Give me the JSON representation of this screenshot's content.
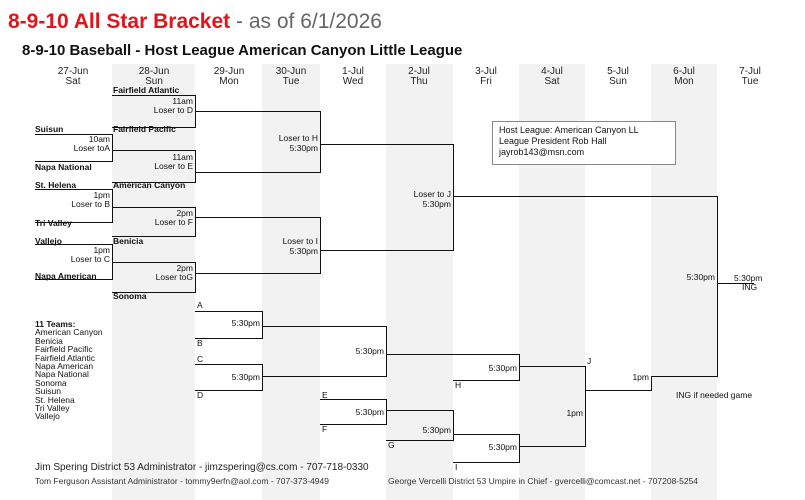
{
  "header": {
    "title": "8-9-10 All Star Bracket",
    "title_suffix": " - as of 6/1/2026",
    "subtitle": "8-9-10 Baseball - Host League American Canyon Little League"
  },
  "days": [
    {
      "date": "27-Jun",
      "dow": "Sat"
    },
    {
      "date": "28-Jun",
      "dow": "Sun"
    },
    {
      "date": "29-Jun",
      "dow": "Mon"
    },
    {
      "date": "30-Jun",
      "dow": "Tue"
    },
    {
      "date": "1-Jul",
      "dow": "Wed"
    },
    {
      "date": "2-Jul",
      "dow": "Thu"
    },
    {
      "date": "3-Jul",
      "dow": "Fri"
    },
    {
      "date": "4-Jul",
      "dow": "Sat"
    },
    {
      "date": "5-Jul",
      "dow": "Sun"
    },
    {
      "date": "6-Jul",
      "dow": "Mon"
    },
    {
      "date": "7-Jul",
      "dow": "Tue"
    }
  ],
  "teams_bracket": {
    "suisun": "Suisun",
    "napa_national": "Napa National",
    "st_helena": "St. Helena",
    "tri_valley": "Tri Valley",
    "vallejo": "Vallejo",
    "napa_american": "Napa American",
    "fairfield_atlantic": "Fairfield Atlantic",
    "fairfield_pacific": "Fairfield Pacific",
    "american_canyon": "American Canyon",
    "benicia": "Benicia",
    "sonoma": "Sonoma"
  },
  "games": {
    "a_time": "10am",
    "a_loser": "Loser toA",
    "b_time": "1pm",
    "b_loser": "Loser to B",
    "c_time": "1pm",
    "c_loser": "Loser to C",
    "d_time": "11am",
    "d_loser": "Loser to D",
    "e_time": "11am",
    "e_loser": "Loser to E",
    "f_time": "2pm",
    "f_loser": "Loser to F",
    "g_time": "2pm",
    "g_loser": "Loser toG",
    "h_loser": "Loser to H",
    "h_time": "5:30pm",
    "i_loser": "Loser to I",
    "i_time": "5:30pm",
    "j_loser": "Loser to J",
    "j_time": "5:30pm",
    "final_time": "5:30pm",
    "ing_time": "5:30pm",
    "ing": "ING"
  },
  "consolation": {
    "a": "A",
    "b": "B",
    "c": "C",
    "d": "D",
    "e": "E",
    "f": "F",
    "g": "G",
    "h": "H",
    "i": "I",
    "j": "J",
    "ab_time": "5:30pm",
    "cd_time": "5:30pm",
    "w1_time": "5:30pm",
    "ef_time": "5:30pm",
    "fg_time": "5:30pm",
    "gi_time": "5:30pm",
    "h_time": "5:30pm",
    "x_time": "1pm",
    "y_time": "1pm",
    "ing_note": "ING if needed game"
  },
  "info_box": {
    "line1": "Host League: American Canyon LL",
    "line2": "League President Rob Hall",
    "line3": "jayrob143@msn.com"
  },
  "team_list": {
    "title": "11 Teams:",
    "teams": [
      "American Canyon",
      "Benicia",
      "Fairfield Pacific",
      "Fairfield Atlantic",
      "Napa American",
      "Napa National",
      "Sonoma",
      "Suisun",
      "St. Helena",
      "Tri Valley",
      "Vallejo"
    ]
  },
  "footer": {
    "line1": "Jim Spering District 53 Administrator - jimzspering@cs.com - 707-718-0330",
    "line2": "Tom Ferguson Assistant Administrator - tommy9erfn@aol.com - 707-373-4949",
    "line3": "George Vercelli District 53 Umpire in Chief - gvercelli@comcast.net - 707208-5254"
  },
  "colors": {
    "title_red": "#e0151b",
    "title_gray": "#666666",
    "shade": "#f2f2f2",
    "line": "#111111"
  }
}
